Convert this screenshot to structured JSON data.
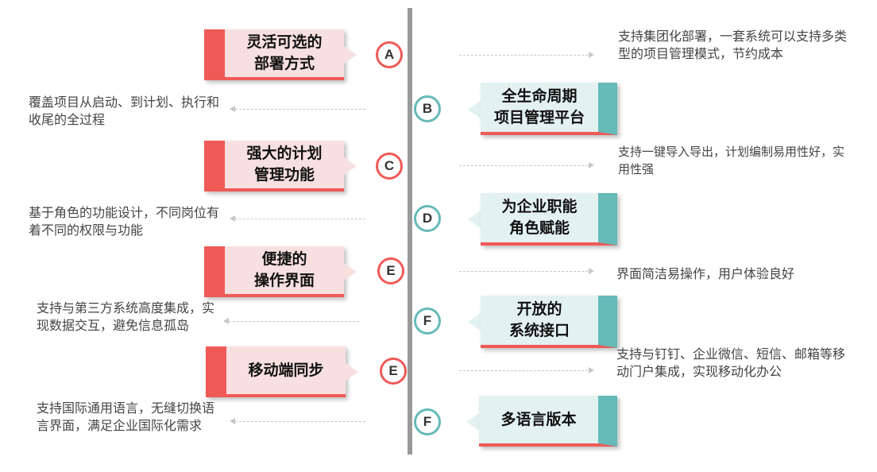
{
  "features": [
    {
      "id": "A",
      "title_lines": [
        "灵活可选的",
        "部署方式"
      ],
      "description": "支持集团化部署，一套系统可以支持多类型的项目管理模式，节约成本"
    },
    {
      "id": "B",
      "title_lines": [
        "全生命周期",
        "项目管理平台"
      ],
      "description": "覆盖项目从启动、到计划、执行和收尾的全过程"
    },
    {
      "id": "C",
      "title_lines": [
        "强大的计划",
        "管理功能"
      ],
      "description": "支持一键导入导出，计划编制易用性好，实用性强"
    },
    {
      "id": "D",
      "title_lines": [
        "为企业职能",
        "角色赋能"
      ],
      "description": "基于角色的功能设计，不同岗位有着不同的权限与功能"
    },
    {
      "id": "E",
      "title_lines": [
        "便捷的",
        "操作界面"
      ],
      "description": "界面简洁易操作，用户体验良好"
    },
    {
      "id": "F",
      "title_lines": [
        "开放的",
        "系统接口"
      ],
      "description": "支持与第三方系统高度集成，实现数据交互，避免信息孤岛"
    },
    {
      "id": "E",
      "title_lines": [
        "移动端同步"
      ],
      "description": "支持与钉钉、企业微信、短信、邮箱等移动门户集成，实现移动化办公"
    },
    {
      "id": "F",
      "title_lines": [
        "多语言版本"
      ],
      "description": "支持国际通用语言，无缝切换语言界面，满足企业国际化需求"
    }
  ],
  "colors": {
    "red": "#ef5a57",
    "teal": "#66bab8",
    "pink_bg": "#f9e0e0",
    "teal_bg": "#e3f1f1",
    "axis": "#9a9a9a"
  }
}
